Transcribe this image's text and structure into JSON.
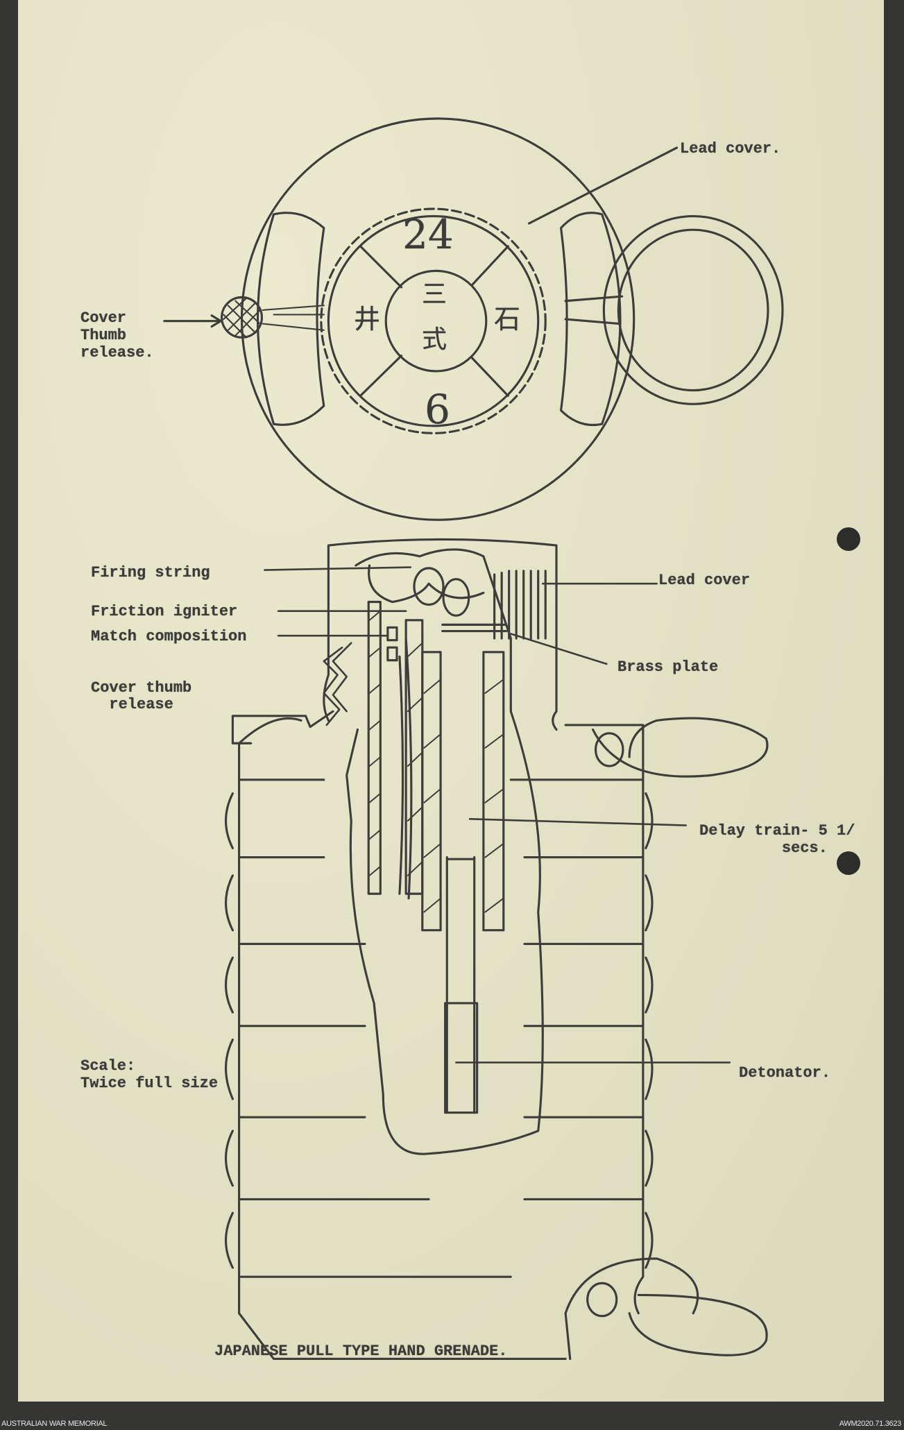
{
  "document": {
    "title": "JAPANESE PULL TYPE HAND GRENADE.",
    "top_view_labels": {
      "lead_cover": "Lead cover.",
      "cover_thumb_release": [
        "Cover",
        "Thumb",
        "release."
      ]
    },
    "dial_markings": {
      "top": "24",
      "bottom": "6",
      "left": "井",
      "right": "石",
      "center_top": "三",
      "center_bottom": "式"
    },
    "section_labels": {
      "firing_string": "Firing string",
      "lead_cover": "Lead cover",
      "friction_igniter": "Friction igniter",
      "match_composition": "Match composition",
      "brass_plate": "Brass plate",
      "cover_thumb_release": [
        "Cover thumb",
        "  release"
      ],
      "delay_train": [
        "Delay train- 5 1/",
        "         secs."
      ],
      "scale": [
        "Scale:",
        "Twice full size"
      ],
      "detonator": "Detonator."
    }
  },
  "footer": {
    "left": "AUSTRALIAN WAR MEMORIAL",
    "right": "AWM2020.71.3623"
  },
  "colors": {
    "paper": "#e4e2c6",
    "ink": "#3b3b39",
    "background": "#353533"
  }
}
